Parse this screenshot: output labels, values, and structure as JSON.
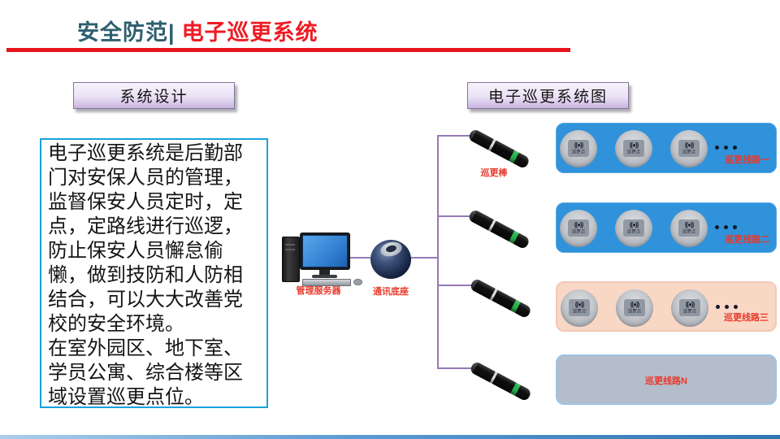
{
  "header": {
    "title_section": "安全防范|",
    "title_topic": "电子巡更系统"
  },
  "badges": {
    "left": "系统设计",
    "right": "电子巡更系统图"
  },
  "description": {
    "paragraph1": "电子巡更系统是后勤部门对安保人员的管理，监督保安人员定时，定点，定路线进行巡逻，防止保安人员懈怠偷懒，做到技防和人防相结合，可以大大改善党校的安全环境。",
    "paragraph2": "在室外园区、地下室、学员公寓、综合楼等区域设置巡更点位。"
  },
  "diagram": {
    "server_label": "管理服务器",
    "dock_label": "通讯底座",
    "wand_label": "巡更棒",
    "patrol_point_label": "巡更点",
    "signal_glyph": "((●))",
    "routes": [
      {
        "label": "巡更线路一",
        "style": "blue",
        "points": 3
      },
      {
        "label": "巡更线路二",
        "style": "blue",
        "points": 3
      },
      {
        "label": "巡更线路三",
        "style": "peach",
        "points": 3
      },
      {
        "label": "巡更线路N",
        "style": "gray",
        "points": 0
      }
    ]
  },
  "colors": {
    "accent_red": "#ed1c24",
    "title_teal": "#2e5f6e",
    "line_purple": "#9678b6",
    "route_blue": "#2f92db",
    "route_peach": "#f9d7c5",
    "route_gray": "#b4bdca",
    "box_border_cyan": "#19a2dc",
    "label_red": "#e8392b"
  }
}
